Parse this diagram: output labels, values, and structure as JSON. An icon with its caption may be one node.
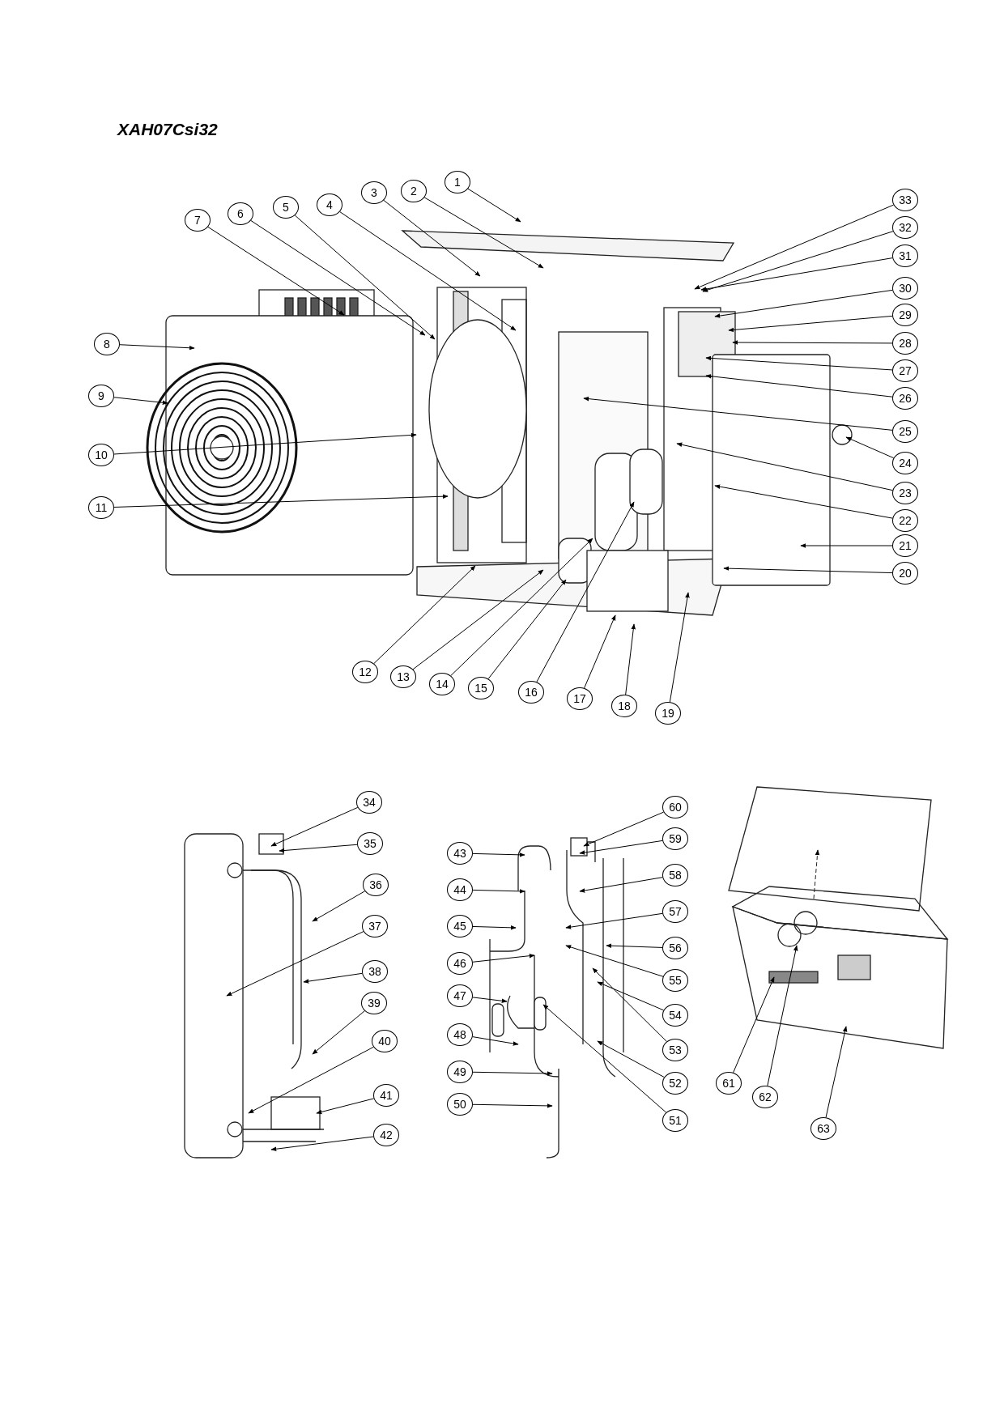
{
  "diagram": {
    "title": "XAH07Csi32",
    "nodes": [
      {
        "text": [
          "1"
        ]
      },
      {
        "text": [
          "2"
        ]
      },
      {
        "text": [
          "3"
        ]
      },
      {
        "text": [
          "4"
        ]
      },
      {
        "text": [
          "5"
        ]
      },
      {
        "text": [
          "6"
        ]
      },
      {
        "text": [
          "7"
        ]
      },
      {
        "text": [
          "8"
        ]
      },
      {
        "text": [
          "9"
        ]
      },
      {
        "text": [
          "10"
        ]
      },
      {
        "text": [
          "11"
        ]
      },
      {
        "text": [
          "12"
        ]
      },
      {
        "text": [
          "13"
        ]
      },
      {
        "text": [
          "14"
        ]
      },
      {
        "text": [
          "15"
        ]
      },
      {
        "text": [
          "16"
        ]
      },
      {
        "text": [
          "17"
        ]
      },
      {
        "text": [
          "18"
        ]
      },
      {
        "text": [
          "19"
        ]
      },
      {
        "text": [
          "20"
        ]
      },
      {
        "text": [
          "21"
        ]
      },
      {
        "text": [
          "22"
        ]
      },
      {
        "text": [
          "23"
        ]
      },
      {
        "text": [
          "24"
        ]
      },
      {
        "text": [
          "25"
        ]
      },
      {
        "text": [
          "26"
        ]
      },
      {
        "text": [
          "27"
        ]
      },
      {
        "text": [
          "28"
        ]
      },
      {
        "text": [
          "29"
        ]
      },
      {
        "text": [
          "30"
        ]
      },
      {
        "text": [
          "31"
        ]
      },
      {
        "text": [
          "32"
        ]
      },
      {
        "text": [
          "33"
        ]
      },
      {
        "text": [
          "34"
        ]
      },
      {
        "text": [
          "35"
        ]
      },
      {
        "text": [
          "36"
        ]
      },
      {
        "text": [
          "37"
        ]
      },
      {
        "text": [
          "38"
        ]
      },
      {
        "text": [
          "39"
        ]
      },
      {
        "text": [
          "40"
        ]
      },
      {
        "text": [
          "41"
        ]
      },
      {
        "text": [
          "42"
        ]
      },
      {
        "text": [
          "43"
        ]
      },
      {
        "text": [
          "44"
        ]
      },
      {
        "text": [
          "45"
        ]
      },
      {
        "text": [
          "46"
        ]
      },
      {
        "text": [
          "47"
        ]
      },
      {
        "text": [
          "48"
        ]
      },
      {
        "text": [
          "49"
        ]
      },
      {
        "text": [
          "50"
        ]
      },
      {
        "text": [
          "51"
        ]
      },
      {
        "text": [
          "52"
        ]
      },
      {
        "text": [
          "53"
        ]
      },
      {
        "text": [
          "54"
        ]
      },
      {
        "text": [
          "55"
        ]
      },
      {
        "text": [
          "56"
        ]
      },
      {
        "text": [
          "57"
        ]
      },
      {
        "text": [
          "58"
        ]
      },
      {
        "text": [
          "59"
        ]
      },
      {
        "text": [
          "60"
        ]
      },
      {
        "text": [
          "61"
        ]
      },
      {
        "text": [
          "62"
        ]
      },
      {
        "text": [
          "63"
        ]
      }
    ],
    "edges": [
      {
        "from": 0,
        "to": null,
        "arrow": "to"
      },
      {
        "from": 1,
        "to": null,
        "arrow": "to"
      },
      {
        "from": 2,
        "to": null,
        "arrow": "to"
      },
      {
        "from": 3,
        "to": null,
        "arrow": "to"
      },
      {
        "from": 4,
        "to": null,
        "arrow": "to"
      },
      {
        "from": 5,
        "to": null,
        "arrow": "to"
      },
      {
        "from": 6,
        "to": null,
        "arrow": "to"
      },
      {
        "from": 7,
        "to": null,
        "arrow": "to"
      },
      {
        "from": 8,
        "to": null,
        "arrow": "to"
      },
      {
        "from": 9,
        "to": null,
        "arrow": "to"
      },
      {
        "from": 10,
        "to": null,
        "arrow": "to"
      },
      {
        "from": 11,
        "to": null,
        "arrow": "to"
      },
      {
        "from": 12,
        "to": null,
        "arrow": "to"
      },
      {
        "from": 13,
        "to": null,
        "arrow": "to"
      },
      {
        "from": 14,
        "to": null,
        "arrow": "to"
      },
      {
        "from": 15,
        "to": null,
        "arrow": "to"
      },
      {
        "from": 16,
        "to": null,
        "arrow": "to"
      },
      {
        "from": 17,
        "to": null,
        "arrow": "to"
      },
      {
        "from": 18,
        "to": null,
        "arrow": "to"
      },
      {
        "from": 19,
        "to": null,
        "arrow": "to"
      },
      {
        "from": 20,
        "to": null,
        "arrow": "to"
      },
      {
        "from": 21,
        "to": null,
        "arrow": "to"
      },
      {
        "from": 22,
        "to": null,
        "arrow": "to"
      },
      {
        "from": 23,
        "to": null,
        "arrow": "to"
      },
      {
        "from": 24,
        "to": null,
        "arrow": "to"
      },
      {
        "from": 25,
        "to": null,
        "arrow": "to"
      },
      {
        "from": 26,
        "to": null,
        "arrow": "to"
      },
      {
        "from": 27,
        "to": null,
        "arrow": "to"
      },
      {
        "from": 28,
        "to": null,
        "arrow": "to"
      },
      {
        "from": 29,
        "to": null,
        "arrow": "to"
      },
      {
        "from": 30,
        "to": null,
        "arrow": "to"
      },
      {
        "from": 31,
        "to": null,
        "arrow": "to"
      },
      {
        "from": 32,
        "to": null,
        "arrow": "to"
      },
      {
        "from": 33,
        "to": null,
        "arrow": "to"
      },
      {
        "from": 34,
        "to": null,
        "arrow": "to"
      },
      {
        "from": 35,
        "to": null,
        "arrow": "to"
      },
      {
        "from": 36,
        "to": null,
        "arrow": "to"
      },
      {
        "from": 37,
        "to": null,
        "arrow": "to"
      },
      {
        "from": 38,
        "to": null,
        "arrow": "to"
      },
      {
        "from": 39,
        "to": null,
        "arrow": "to"
      },
      {
        "from": 40,
        "to": null,
        "arrow": "to"
      },
      {
        "from": 41,
        "to": null,
        "arrow": "to"
      },
      {
        "from": 42,
        "to": null,
        "arrow": "to"
      },
      {
        "from": 43,
        "to": null,
        "arrow": "to"
      },
      {
        "from": 44,
        "to": null,
        "arrow": "to"
      },
      {
        "from": 45,
        "to": null,
        "arrow": "to"
      },
      {
        "from": 46,
        "to": null,
        "arrow": "to"
      },
      {
        "from": 47,
        "to": null,
        "arrow": "to"
      },
      {
        "from": 48,
        "to": null,
        "arrow": "to"
      },
      {
        "from": 49,
        "to": null,
        "arrow": "to"
      },
      {
        "from": 50,
        "to": null,
        "arrow": "to"
      },
      {
        "from": 51,
        "to": null,
        "arrow": "to"
      },
      {
        "from": 52,
        "to": null,
        "arrow": "to"
      },
      {
        "from": 53,
        "to": null,
        "arrow": "to"
      },
      {
        "from": 54,
        "to": null,
        "arrow": "to"
      },
      {
        "from": 55,
        "to": null,
        "arrow": "to"
      },
      {
        "from": 56,
        "to": null,
        "arrow": "to"
      },
      {
        "from": 57,
        "to": null,
        "arrow": "to"
      },
      {
        "from": 58,
        "to": null,
        "arrow": "to"
      },
      {
        "from": 59,
        "to": null,
        "arrow": "to"
      },
      {
        "from": 60,
        "to": null,
        "arrow": "to"
      },
      {
        "from": 61,
        "to": null,
        "arrow": "to"
      },
      {
        "from": 62,
        "to": null,
        "arrow": "to"
      }
    ]
  }
}
